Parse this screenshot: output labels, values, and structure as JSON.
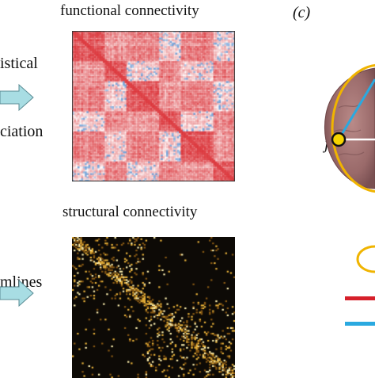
{
  "figure": {
    "panel_c_label": "(c)",
    "node_label": "j",
    "functional": {
      "title": "functional connectivity",
      "left_fragment_top": "istical",
      "left_fragment_bottom": "ciation"
    },
    "structural": {
      "title": "structural connectivity",
      "left_fragment": "mlines"
    },
    "colors": {
      "functional_red": "#d9262c",
      "functional_blue": "#4a8ad0",
      "structural_bg": "#0d0a06",
      "structural_gold": "#e8b23a",
      "arrow_fill": "#a8dde3",
      "brain": "#9a6a6a",
      "ellipse_orange": "#f0b400",
      "line_red": "#d6202a",
      "line_blue": "#2aa9e0"
    }
  }
}
